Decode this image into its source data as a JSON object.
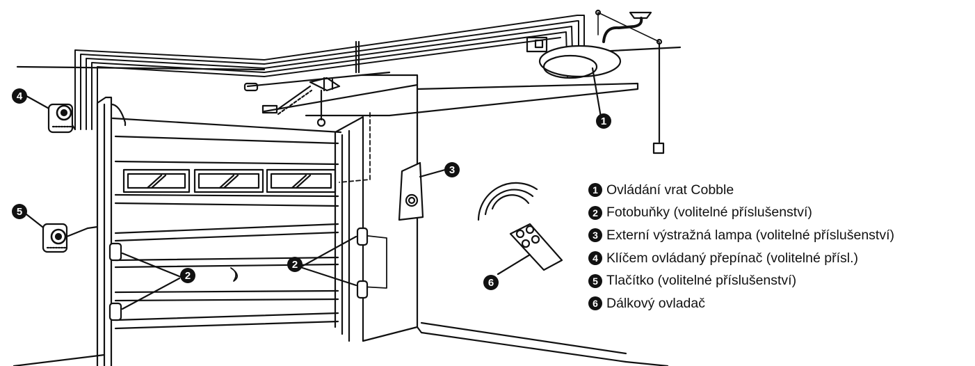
{
  "legend": {
    "items": [
      {
        "num": "1",
        "label": "Ovládání vrat Cobble"
      },
      {
        "num": "2",
        "label": "Fotobuňky (volitelné příslušenství)"
      },
      {
        "num": "3",
        "label": "Externí výstražná lampa (volitelné příslušenství)"
      },
      {
        "num": "4",
        "label": "Klíčem ovládaný přepínač (volitelné přísl.)"
      },
      {
        "num": "5",
        "label": "Tlačítko (volitelné příslušenství)"
      },
      {
        "num": "6",
        "label": "Dálkový ovladač"
      }
    ]
  },
  "callouts": {
    "c1": "1",
    "c2a": "2",
    "c2b": "2",
    "c3": "3",
    "c4": "4",
    "c5": "5",
    "c6": "6"
  }
}
